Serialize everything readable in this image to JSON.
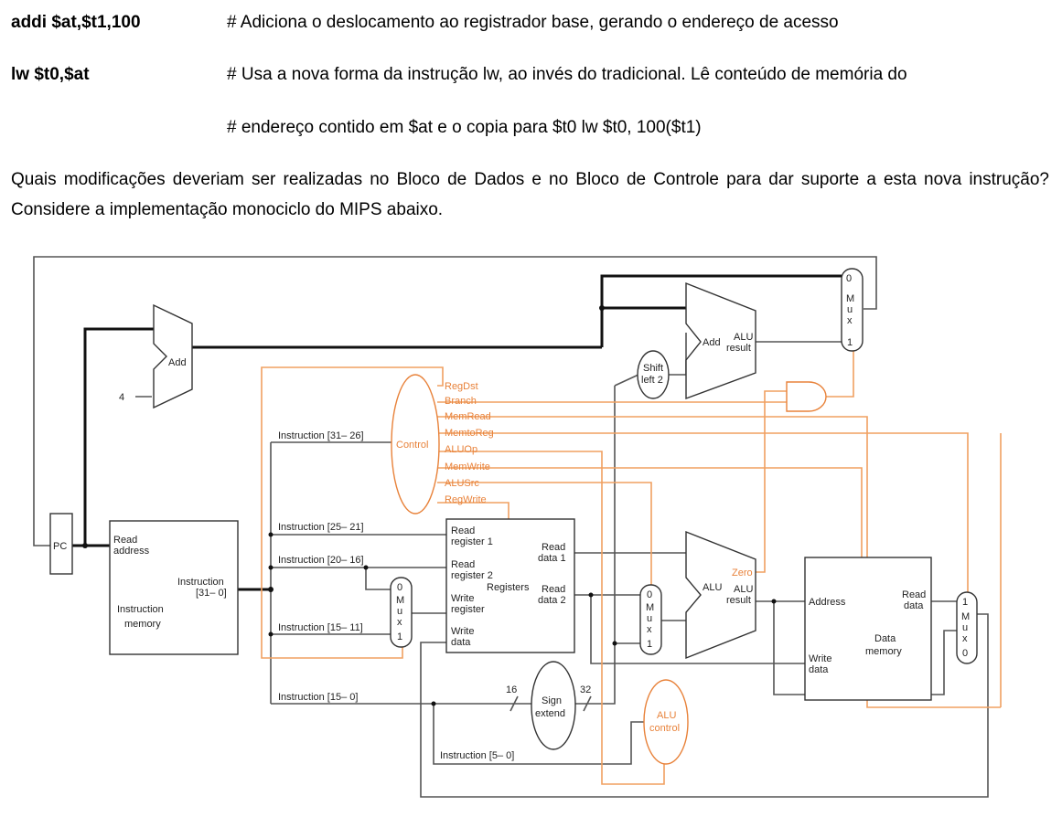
{
  "code_lines": [
    {
      "instr": "addi $at,$t1,100",
      "comment": "# Adiciona o deslocamento ao registrador base, gerando o endereço de acesso"
    },
    {
      "instr": "lw $t0,$at",
      "comment": "# Usa a nova forma da instrução lw, ao invés do tradicional. Lê conteúdo de memória do"
    },
    {
      "instr": "",
      "comment": "# endereço contido em $at e o copia para $t0 lw $t0, 100($t1)"
    }
  ],
  "question": "Quais modificações deveriam ser realizadas no Bloco de Dados e no Bloco de Controle para dar suporte a esta nova instrução? Considere a implementação monociclo do MIPS abaixo.",
  "diagram": {
    "pc": "PC",
    "adder_top": "Add",
    "four": "4",
    "imem_read": "Read",
    "imem_address": "address",
    "imem_instr": "Instruction",
    "imem_instr_bits": "[31– 0]",
    "imem_name1": "Instruction",
    "imem_name2": "memory",
    "instr_31_26": "Instruction [31– 26]",
    "instr_25_21": "Instruction [25– 21]",
    "instr_20_16": "Instruction [20– 16]",
    "instr_15_11": "Instruction [15– 11]",
    "instr_15_0": "Instruction [15– 0]",
    "instr_5_0": "Instruction [5– 0]",
    "control": "Control",
    "control_signals": [
      "RegDst",
      "Branch",
      "MemRead",
      "MemtoReg",
      "ALUOp",
      "MemWrite",
      "ALUSrc",
      "RegWrite"
    ],
    "reg_read1a": "Read",
    "reg_read1b": "register 1",
    "reg_read2a": "Read",
    "reg_read2b": "register 2",
    "reg_writea": "Write",
    "reg_writeb": "register",
    "reg_wdataa": "Write",
    "reg_wdatab": "data",
    "reg_name": "Registers",
    "reg_rd1a": "Read",
    "reg_rd1b": "data 1",
    "reg_rd2a": "Read",
    "reg_rd2b": "data 2",
    "mux_m": "M",
    "mux_u": "u",
    "mux_x": "x",
    "mux_0": "0",
    "mux_1": "1",
    "sign_a": "Sign",
    "sign_b": "extend",
    "bits_16": "16",
    "bits_32": "32",
    "shift_a": "Shift",
    "shift_b": "left 2",
    "add2": "Add",
    "alu_result_a": "ALU",
    "alu_result_b": "result",
    "alu": "ALU",
    "zero": "Zero",
    "alu_control_a": "ALU",
    "alu_control_b": "control",
    "dmem_address": "Address",
    "dmem_read_a": "Read",
    "dmem_read_b": "data",
    "dmem_write_a": "Write",
    "dmem_write_b": "data",
    "dmem_name_a": "Data",
    "dmem_name_b": "memory"
  }
}
